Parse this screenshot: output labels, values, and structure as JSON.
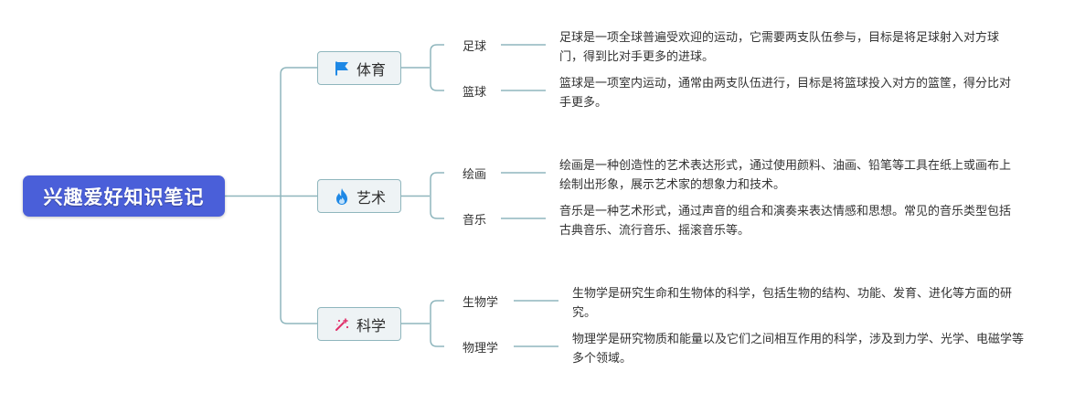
{
  "root": {
    "label": "兴趣爱好知识笔记"
  },
  "categories": [
    {
      "label": "体育",
      "icon": "flag-icon",
      "children": [
        {
          "label": "足球",
          "desc": "足球是一项全球普遍受欢迎的运动，它需要两支队伍参与，目标是将足球射入对方球门，得到比对手更多的进球。"
        },
        {
          "label": "篮球",
          "desc": "篮球是一项室内运动，通常由两支队伍进行，目标是将篮球投入对方的篮筐，得分比对手更多。"
        }
      ]
    },
    {
      "label": "艺术",
      "icon": "flame-icon",
      "children": [
        {
          "label": "绘画",
          "desc": "绘画是一种创造性的艺术表达形式，通过使用颜料、油画、铅笔等工具在纸上或画布上绘制出形象，展示艺术家的想象力和技术。"
        },
        {
          "label": "音乐",
          "desc": "音乐是一种艺术形式，通过声音的组合和演奏来表达情感和思想。常见的音乐类型包括古典音乐、流行音乐、摇滚音乐等。"
        }
      ]
    },
    {
      "label": "科学",
      "icon": "magic-wand-icon",
      "children": [
        {
          "label": "生物学",
          "desc": "生物学是研究生命和生物体的科学，包括生物的结构、功能、发育、进化等方面的研究。"
        },
        {
          "label": "物理学",
          "desc": "物理学是研究物质和能量以及它们之间相互作用的科学，涉及到力学、光学、电磁学等多个领域。"
        }
      ]
    }
  ],
  "colors": {
    "root_bg": "#4a5fd9",
    "connector": "#8fb6bd",
    "category_bg": "#eef3f5",
    "flag": "#1e88e5",
    "flame": "#1e88e5",
    "wand": "#e0306a"
  }
}
